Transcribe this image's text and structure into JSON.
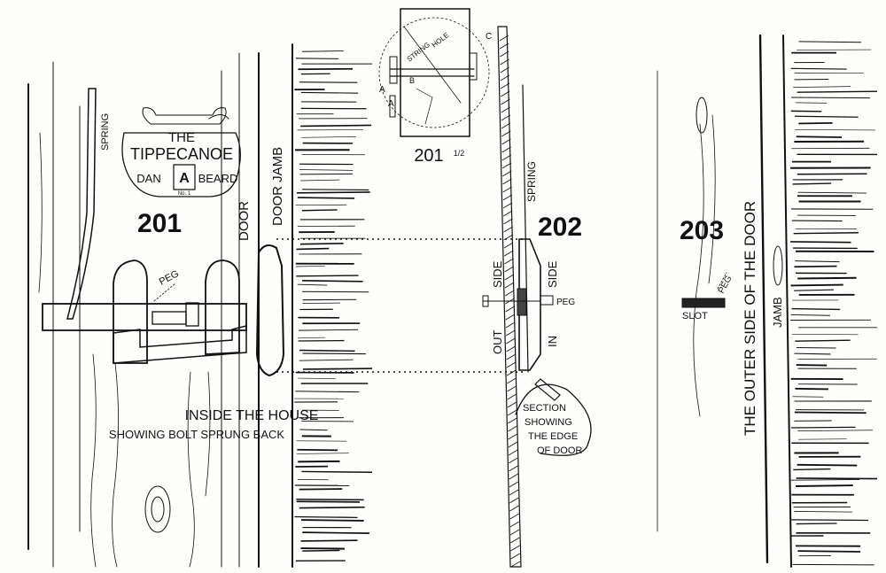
{
  "figures": {
    "fig201": "201",
    "fig201_half": "201",
    "fig201_half_frac": "1/2",
    "fig202": "202",
    "fig203": "203"
  },
  "logo": {
    "line1": "THE",
    "line2": "TIPPECANOE",
    "left": "DAN",
    "right": "BEARD",
    "center": "A",
    "small": "No. 1"
  },
  "labels": {
    "spring_201": "SPRING",
    "peg_201": "PEG",
    "door": "DOOR",
    "door_jamb": "DOOR JAMB",
    "inside_house": "INSIDE THE HOUSE",
    "bolt_sprung": "SHOWING BOLT SPRUNG BACK",
    "inset_string": "STRING",
    "inset_hole": "HOLE",
    "inset_a": "A",
    "inset_a2": "A",
    "inset_b": "B",
    "inset_c": "C",
    "spring_202": "SPRING",
    "side_left": "SIDE",
    "side_right": "SIDE",
    "out": "OUT",
    "in": "IN",
    "peg_202": "PEG",
    "section": "SECTION",
    "showing": "SHOWING",
    "the_edge": "THE EDGE",
    "of_door": "OF DOOR",
    "peg_203": "PEG",
    "slot": "SLOT",
    "outer_side": "THE OUTER SIDE OF THE DOOR",
    "jamb": "JAMB"
  },
  "colors": {
    "ink": "#111111",
    "paper": "#fdfdfb"
  }
}
